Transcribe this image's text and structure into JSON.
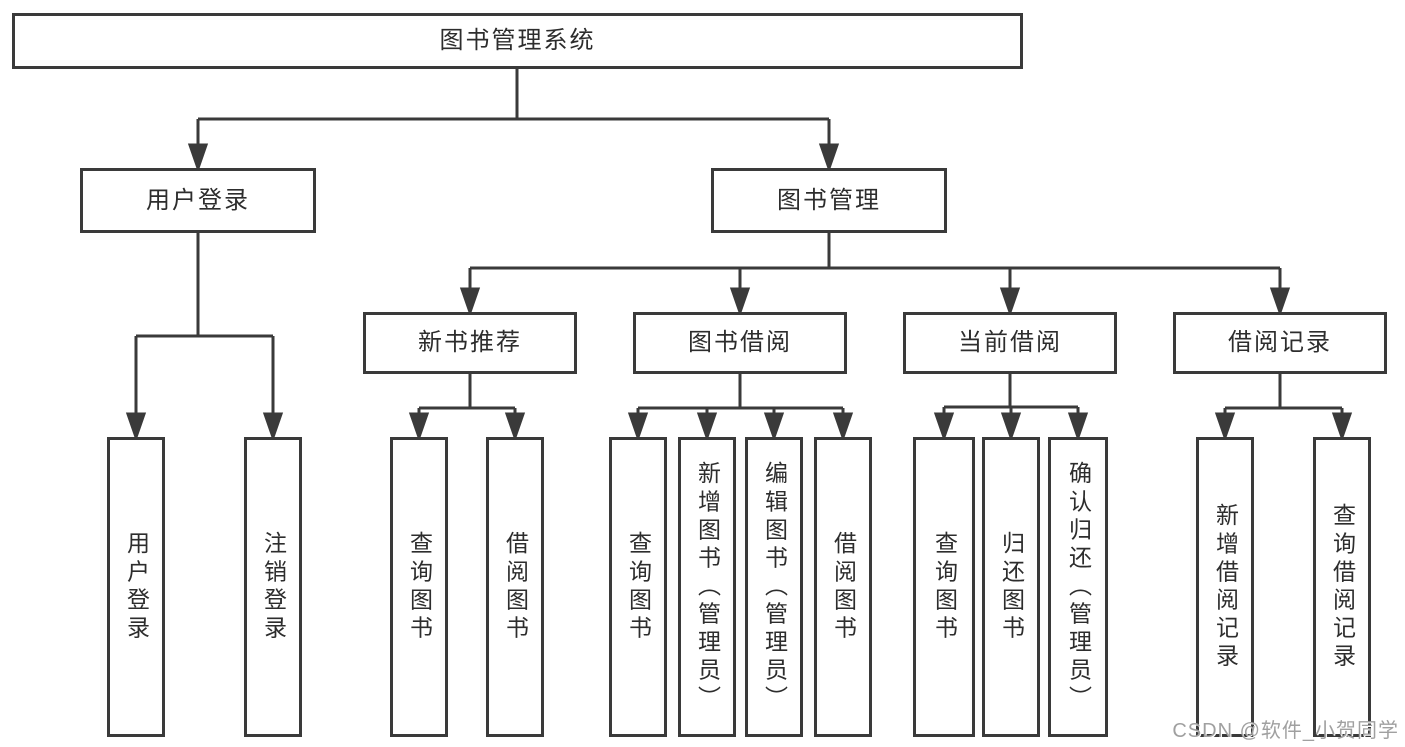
{
  "diagram": {
    "type": "hierarchy",
    "tree": {
      "root": {
        "label": "图书管理系统",
        "children": [
          {
            "label": "用户登录",
            "children": [
              {
                "label": "用户登录"
              },
              {
                "label": "注销登录"
              }
            ]
          },
          {
            "label": "图书管理",
            "children": [
              {
                "label": "新书推荐",
                "children": [
                  {
                    "label": "查询图书"
                  },
                  {
                    "label": "借阅图书"
                  }
                ]
              },
              {
                "label": "图书借阅",
                "children": [
                  {
                    "label": "查询图书"
                  },
                  {
                    "label": "新增图书（管理员）"
                  },
                  {
                    "label": "编辑图书（管理员）"
                  },
                  {
                    "label": "借阅图书"
                  }
                ]
              },
              {
                "label": "当前借阅",
                "children": [
                  {
                    "label": "查询图书"
                  },
                  {
                    "label": "归还图书"
                  },
                  {
                    "label": "确认归还（管理员）"
                  }
                ]
              },
              {
                "label": "借阅记录",
                "children": [
                  {
                    "label": "新增借阅记录"
                  },
                  {
                    "label": "查询借阅记录"
                  }
                ]
              }
            ]
          }
        ]
      }
    },
    "colors": {
      "line": "#3a3a3a",
      "box_border": "#3a3a3a",
      "text": "#2d2d2d",
      "background": "#ffffff",
      "watermark": "#a0a0a0"
    }
  },
  "watermark": {
    "text": "CSDN @软件_小贺同学"
  }
}
